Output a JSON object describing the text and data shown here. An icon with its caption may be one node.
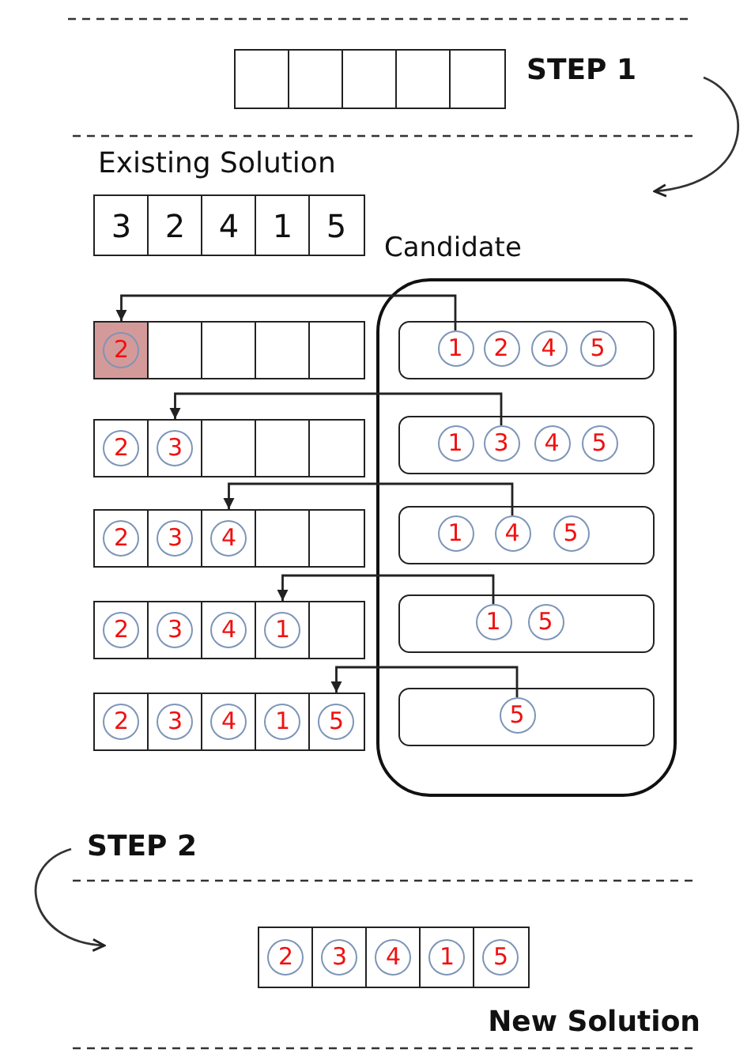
{
  "diagram": {
    "nodes": [
      {
        "text": [],
        "shape": "box"
      },
      {
        "text": [],
        "shape": "box"
      },
      {
        "text": [],
        "shape": "box"
      },
      {
        "text": [],
        "shape": "box"
      },
      {
        "text": [],
        "shape": "box"
      },
      {
        "text": [
          "3"
        ]
      },
      {
        "text": [
          "2"
        ]
      },
      {
        "text": [
          "4"
        ]
      },
      {
        "text": [
          "1"
        ]
      },
      {
        "text": [
          "5"
        ]
      },
      {
        "text": [
          "Candidate"
        ]
      },
      {
        "text": [
          "2"
        ]
      },
      {
        "text": [],
        "shape": "box"
      },
      {
        "text": [],
        "shape": "box"
      },
      {
        "text": [],
        "shape": "box"
      },
      {
        "text": [],
        "shape": "box"
      },
      {
        "text": [],
        "shape": "box",
        "in": 10
      },
      {
        "text": [
          "1"
        ],
        "in": 16
      },
      {
        "text": [
          "2"
        ],
        "in": 16
      },
      {
        "text": [
          "4"
        ],
        "in": 16
      },
      {
        "text": [
          "5"
        ],
        "in": 16
      },
      {
        "text": [
          "2"
        ]
      },
      {
        "text": [
          "3"
        ]
      },
      {
        "text": [],
        "shape": "box"
      },
      {
        "text": [],
        "shape": "box"
      },
      {
        "text": [],
        "shape": "box"
      },
      {
        "text": [],
        "shape": "box",
        "in": 10
      },
      {
        "text": [
          "1"
        ],
        "in": 26
      },
      {
        "text": [
          "3"
        ],
        "in": 26
      },
      {
        "text": [
          "4"
        ],
        "in": 26
      },
      {
        "text": [
          "5"
        ],
        "in": 26
      },
      {
        "text": [
          "2"
        ]
      },
      {
        "text": [
          "3"
        ]
      },
      {
        "text": [
          "4"
        ]
      },
      {
        "text": [],
        "shape": "box"
      },
      {
        "text": [],
        "shape": "box"
      },
      {
        "text": [],
        "shape": "box",
        "in": 10
      },
      {
        "text": [
          "1"
        ],
        "in": 36
      },
      {
        "text": [
          "4"
        ],
        "in": 36
      },
      {
        "text": [
          "5"
        ],
        "in": 36
      },
      {
        "text": [
          "2"
        ]
      },
      {
        "text": [
          "3"
        ]
      },
      {
        "text": [
          "4"
        ]
      },
      {
        "text": [
          "1"
        ]
      },
      {
        "text": [],
        "shape": "box"
      },
      {
        "text": [],
        "shape": "box",
        "in": 10
      },
      {
        "text": [
          "1"
        ],
        "in": 45
      },
      {
        "text": [
          "5"
        ],
        "in": 45
      },
      {
        "text": [
          "2"
        ]
      },
      {
        "text": [
          "3"
        ]
      },
      {
        "text": [
          "4"
        ]
      },
      {
        "text": [
          "1"
        ]
      },
      {
        "text": [
          "5"
        ]
      },
      {
        "text": [],
        "shape": "box",
        "in": 10
      },
      {
        "text": [
          "5"
        ],
        "in": 53
      },
      {
        "text": [
          "2"
        ]
      },
      {
        "text": [
          "3"
        ]
      },
      {
        "text": [
          "4"
        ]
      },
      {
        "text": [
          "1"
        ]
      },
      {
        "text": [
          "5"
        ]
      }
    ],
    "edges": [
      {
        "from": 17,
        "to": 11,
        "arrow": "to"
      },
      {
        "from": 28,
        "to": 22,
        "arrow": "to"
      },
      {
        "from": 38,
        "to": 33,
        "arrow": "to"
      },
      {
        "from": 46,
        "to": 43,
        "arrow": "to"
      },
      {
        "from": 54,
        "to": 52,
        "arrow": "to"
      }
    ],
    "labels": [
      "STEP 1",
      "Existing Solution",
      "STEP 2",
      "New Solution"
    ]
  }
}
